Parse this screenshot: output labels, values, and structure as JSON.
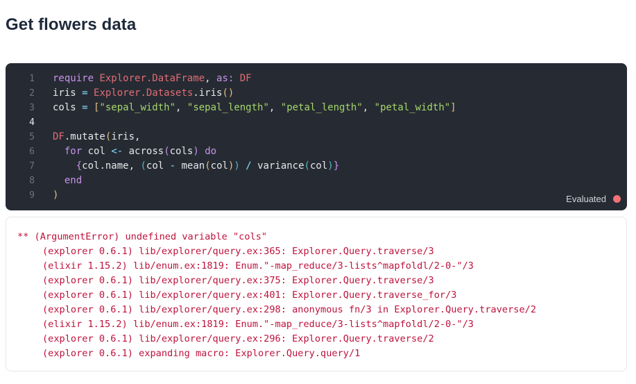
{
  "section": {
    "title": "Get flowers data"
  },
  "code_cell": {
    "line_numbers": [
      "1",
      "2",
      "3",
      "4",
      "5",
      "6",
      "7",
      "8",
      "9"
    ],
    "status_label": "Evaluated",
    "status_color": "#f07178",
    "lines": [
      [
        {
          "t": "require ",
          "c": "kw"
        },
        {
          "t": "Explorer.DataFrame",
          "c": "mod"
        },
        {
          "t": ", ",
          "c": "fn"
        },
        {
          "t": "as:",
          "c": "atom"
        },
        {
          "t": " ",
          "c": "fn"
        },
        {
          "t": "DF",
          "c": "mod"
        }
      ],
      [
        {
          "t": "iris",
          "c": "fn"
        },
        {
          "t": " = ",
          "c": "op"
        },
        {
          "t": "Explorer.Datasets",
          "c": "mod"
        },
        {
          "t": ".iris",
          "c": "fn"
        },
        {
          "t": "()",
          "c": "paren"
        }
      ],
      [
        {
          "t": "cols",
          "c": "fn"
        },
        {
          "t": " = ",
          "c": "op"
        },
        {
          "t": "[",
          "c": "paren"
        },
        {
          "t": "\"sepal_width\"",
          "c": "str"
        },
        {
          "t": ", ",
          "c": "fn"
        },
        {
          "t": "\"sepal_length\"",
          "c": "str"
        },
        {
          "t": ", ",
          "c": "fn"
        },
        {
          "t": "\"petal_length\"",
          "c": "str"
        },
        {
          "t": ", ",
          "c": "fn"
        },
        {
          "t": "\"petal_width\"",
          "c": "str"
        },
        {
          "t": "]",
          "c": "paren"
        }
      ],
      [],
      [
        {
          "t": "DF",
          "c": "mod"
        },
        {
          "t": ".mutate",
          "c": "fn"
        },
        {
          "t": "(",
          "c": "paren"
        },
        {
          "t": "iris,",
          "c": "fn"
        }
      ],
      [
        {
          "t": "  ",
          "c": "fn"
        },
        {
          "t": "for",
          "c": "kw"
        },
        {
          "t": " col ",
          "c": "fn"
        },
        {
          "t": "<-",
          "c": "op"
        },
        {
          "t": " across",
          "c": "fn"
        },
        {
          "t": "(",
          "c": "paren2"
        },
        {
          "t": "cols",
          "c": "fn"
        },
        {
          "t": ")",
          "c": "paren2"
        },
        {
          "t": " do",
          "c": "kw"
        }
      ],
      [
        {
          "t": "    ",
          "c": "fn"
        },
        {
          "t": "{",
          "c": "paren2"
        },
        {
          "t": "col.name, ",
          "c": "fn"
        },
        {
          "t": "(",
          "c": "paren3"
        },
        {
          "t": "col ",
          "c": "fn"
        },
        {
          "t": "-",
          "c": "op"
        },
        {
          "t": " mean",
          "c": "fn"
        },
        {
          "t": "(",
          "c": "paren"
        },
        {
          "t": "col",
          "c": "fn"
        },
        {
          "t": ")",
          "c": "paren"
        },
        {
          "t": ")",
          "c": "paren3"
        },
        {
          "t": " / ",
          "c": "op"
        },
        {
          "t": "variance",
          "c": "fn"
        },
        {
          "t": "(",
          "c": "paren3"
        },
        {
          "t": "col",
          "c": "fn"
        },
        {
          "t": ")",
          "c": "paren3"
        },
        {
          "t": "}",
          "c": "paren2"
        }
      ],
      [
        {
          "t": "  ",
          "c": "fn"
        },
        {
          "t": "end",
          "c": "kw"
        }
      ],
      [
        {
          "t": ")",
          "c": "paren"
        }
      ]
    ]
  },
  "output": {
    "lines": [
      "** (ArgumentError) undefined variable \"cols\"",
      "(explorer 0.6.1) lib/explorer/query.ex:365: Explorer.Query.traverse/3",
      "(elixir 1.15.2) lib/enum.ex:1819: Enum.\"-map_reduce/3-lists^mapfoldl/2-0-\"/3",
      "(explorer 0.6.1) lib/explorer/query.ex:375: Explorer.Query.traverse/3",
      "(explorer 0.6.1) lib/explorer/query.ex:401: Explorer.Query.traverse_for/3",
      "(explorer 0.6.1) lib/explorer/query.ex:298: anonymous fn/3 in Explorer.Query.traverse/2",
      "(elixir 1.15.2) lib/enum.ex:1819: Enum.\"-map_reduce/3-lists^mapfoldl/2-0-\"/3",
      "(explorer 0.6.1) lib/explorer/query.ex:296: Explorer.Query.traverse/2",
      "(explorer 0.6.1) expanding macro: Explorer.Query.query/1"
    ],
    "text_color": "#be123c"
  }
}
